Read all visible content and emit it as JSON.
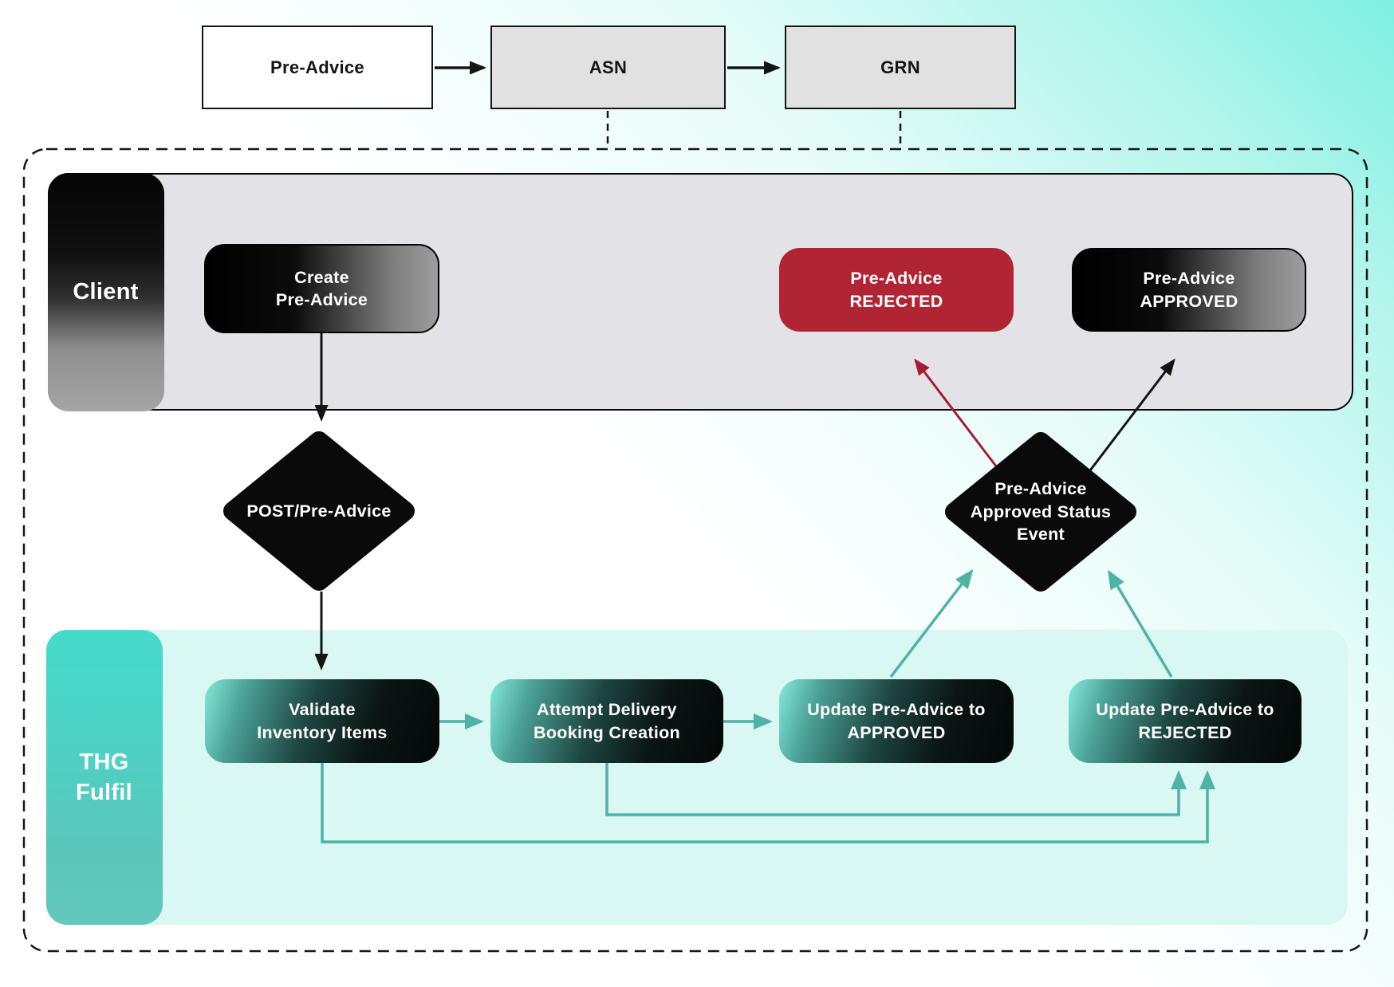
{
  "top_row": {
    "preadvice": {
      "label": "Pre-Advice"
    },
    "asn": {
      "label": "ASN"
    },
    "grn": {
      "label": "GRN"
    }
  },
  "lanes": {
    "client": {
      "label": "Client"
    },
    "thg": {
      "label": "THG\nFulfil"
    }
  },
  "client_lane": {
    "create": {
      "label": "Create\nPre-Advice"
    },
    "rejected": {
      "label": "Pre-Advice\nREJECTED"
    },
    "approved": {
      "label": "Pre-Advice\nAPPROVED"
    }
  },
  "decisions": {
    "post_preadvice": {
      "label": "POST/Pre-Advice"
    },
    "approved_status": {
      "label": "Pre-Advice\nApproved Status\nEvent"
    }
  },
  "thg_lane": {
    "validate": {
      "label": "Validate\nInventory Items"
    },
    "attempt": {
      "label": "Attempt Delivery\nBooking Creation"
    },
    "update_approved": {
      "label": "Update Pre-Advice to\nAPPROVED"
    },
    "update_rejected": {
      "label": "Update Pre-Advice to\nREJECTED"
    }
  },
  "colors": {
    "teal_arrow": "#4fb2a7",
    "red_arrow": "#a51d31",
    "black_arrow": "#141414",
    "rejected_box": "#b12433",
    "client_lane_bg": "#e3e3e7",
    "thg_lane_bg": "#d9f7f3",
    "background_accent": "#7df0e1"
  }
}
